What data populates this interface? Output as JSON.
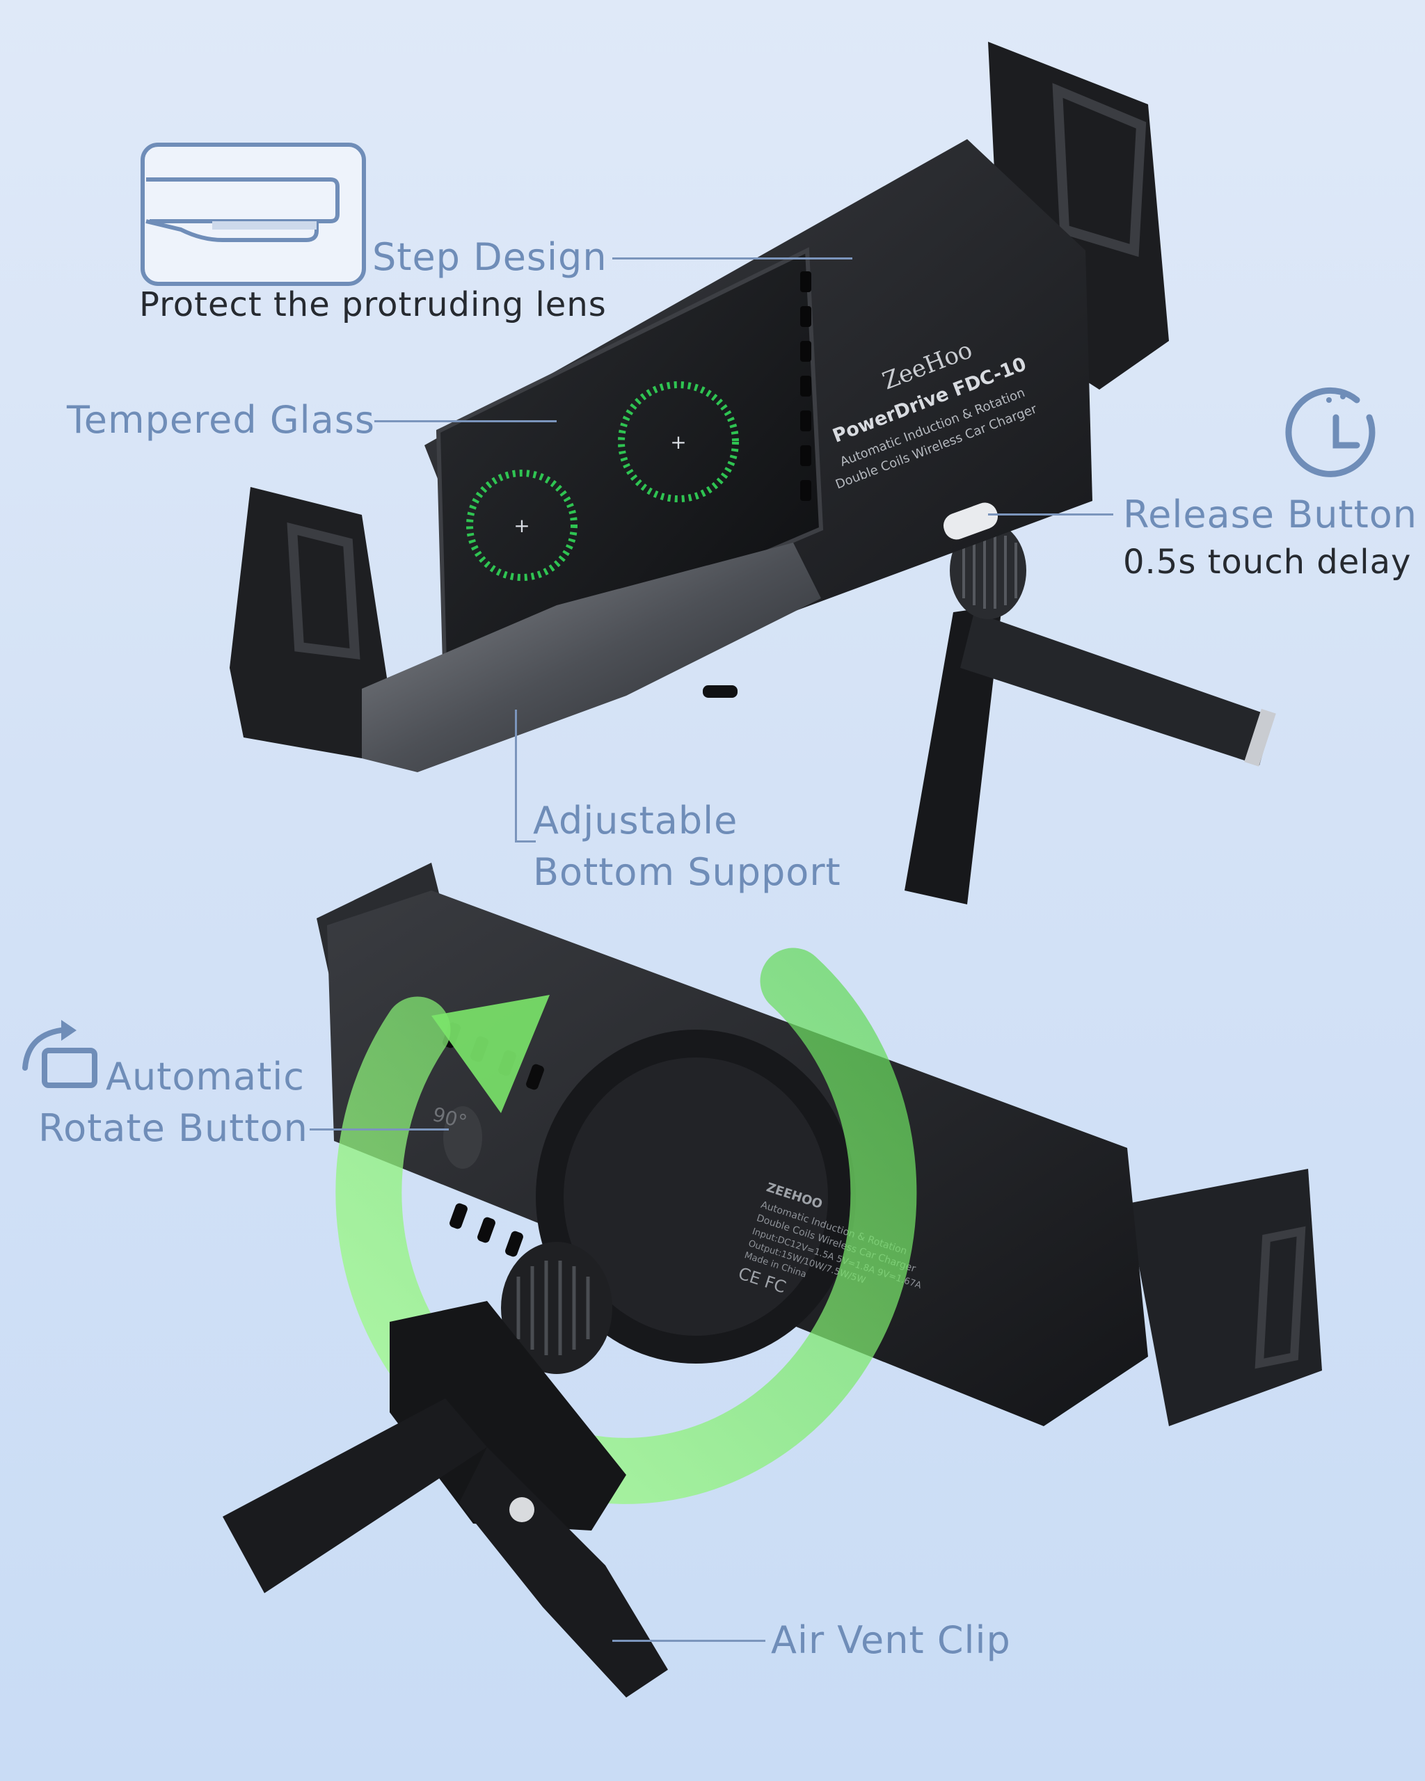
{
  "callouts": {
    "step_design": {
      "title": "Step Design",
      "subtitle": "Protect the protruding lens"
    },
    "tempered_glass": {
      "title": "Tempered Glass"
    },
    "release_button": {
      "title": "Release Button",
      "subtitle": "0.5s touch delay"
    },
    "adjustable_bottom": {
      "line1": "Adjustable",
      "line2": "Bottom Support"
    },
    "auto_rotate": {
      "line1": "Automatic",
      "line2": "Rotate Button"
    },
    "air_vent_clip": {
      "title": "Air Vent Clip"
    }
  },
  "product_engraving": {
    "brand": "ZeeHoo",
    "model": "PowerDrive FDC-10",
    "line1": "Automatic Induction & Rotation",
    "line2": "Double Coils Wireless Car Charger"
  },
  "rear_label": {
    "brand": "ZEEHOO",
    "line1": "Automatic Induction & Rotation",
    "line2": "Double Coils Wireless Car Charger",
    "input": "Input:DC12V=1.5A  5V=1.8A  9V=1.67A",
    "output": "Output:15W/10W/7.5W/5W",
    "origin": "Made in China",
    "certs": "CE FC"
  },
  "rotate_marking": "90°",
  "colors": {
    "accent": "#6f8db8",
    "body": "#1b1c1f",
    "coil": "#2fc452",
    "rotate_arrow": "#8cef76"
  },
  "icons": [
    "step-design-icon",
    "timer-icon",
    "rotate-icon"
  ]
}
